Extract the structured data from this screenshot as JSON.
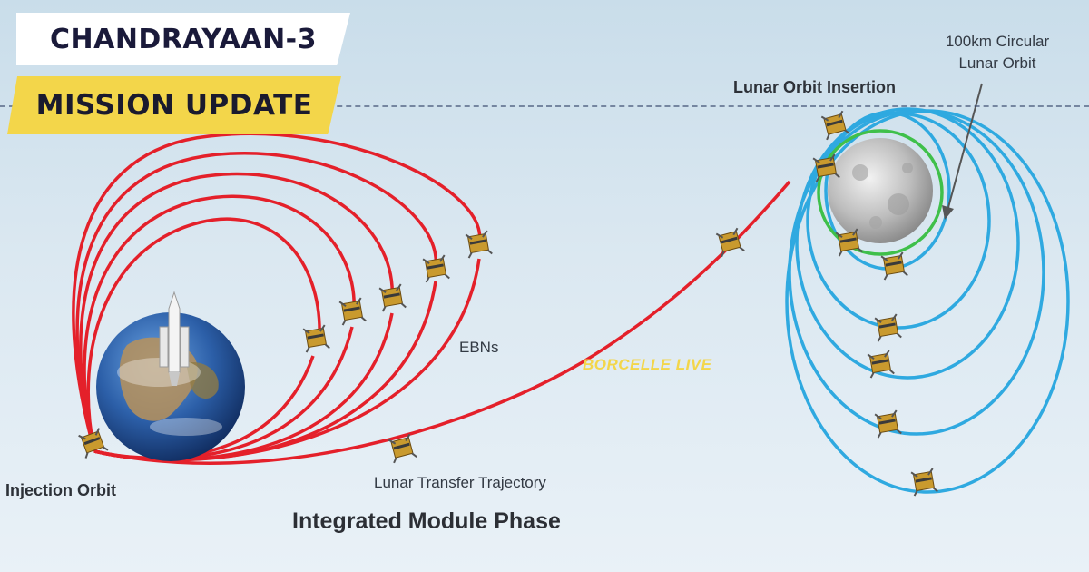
{
  "banner": {
    "title": "CHANDRAYAAN-3",
    "subtitle": "MISSION UPDATE"
  },
  "labels": {
    "injection_orbit": "Injection Orbit",
    "ebns": "EBNs",
    "lunar_transfer": "Lunar Transfer Trajectory",
    "phase": "Integrated Module Phase",
    "lunar_orbit_insertion": "Lunar Orbit Insertion",
    "circular_orbit_line1": "100km Circular",
    "circular_orbit_line2": "Lunar Orbit"
  },
  "watermark": "BORCELLE LIVE",
  "colors": {
    "earth_orbits": "#e4202a",
    "lunar_orbits": "#2fa9e0",
    "circular_orbit": "#3fc04a",
    "banner_yellow": "#f3d64a",
    "banner_text": "#1a1a3a"
  },
  "icons": {
    "earth": "earth-icon",
    "moon": "moon-icon",
    "rocket": "rocket-icon",
    "spacecraft": "spacecraft-icon",
    "arrow": "pointer-arrow-icon"
  }
}
